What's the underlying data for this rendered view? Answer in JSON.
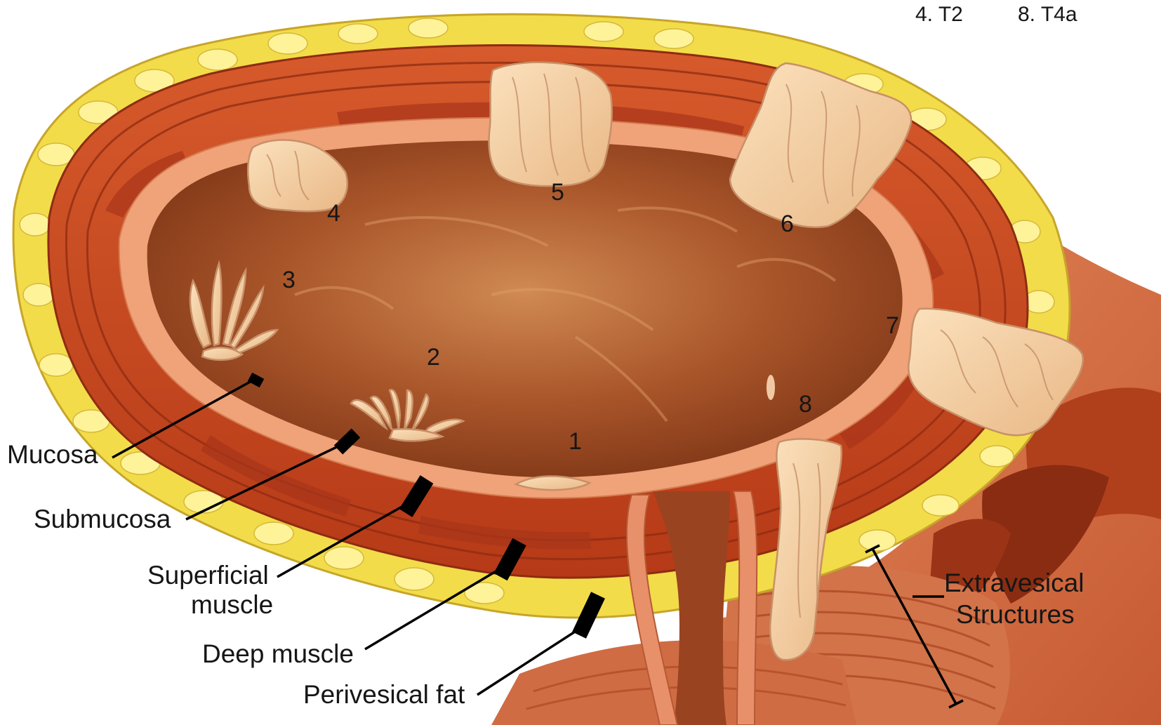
{
  "legend": {
    "item_4": "4. T2",
    "item_8": "8. T4a"
  },
  "layer_labels": {
    "mucosa": "Mucosa",
    "submucosa": "Submucosa",
    "superficial_muscle_line1": "Superficial",
    "superficial_muscle_line2": "muscle",
    "deep_muscle": "Deep muscle",
    "perivesical_fat": "Perivesical fat",
    "extravesical_line1": "Extravesical",
    "extravesical_line2": "Structures"
  },
  "tumor_numbers": [
    "1",
    "2",
    "3",
    "4",
    "5",
    "6",
    "7",
    "8"
  ],
  "colors": {
    "fat": "#f2dc4a",
    "fat_lobule": "#fff39a",
    "muscle": "#c9461f",
    "muscle_dark": "#8f2b12",
    "submucosa": "#f0a278",
    "lumen": "#9c4a1e",
    "lumen_light": "#c77a44",
    "tumor": "#f3cfa2",
    "tumor_line": "#c79068"
  }
}
